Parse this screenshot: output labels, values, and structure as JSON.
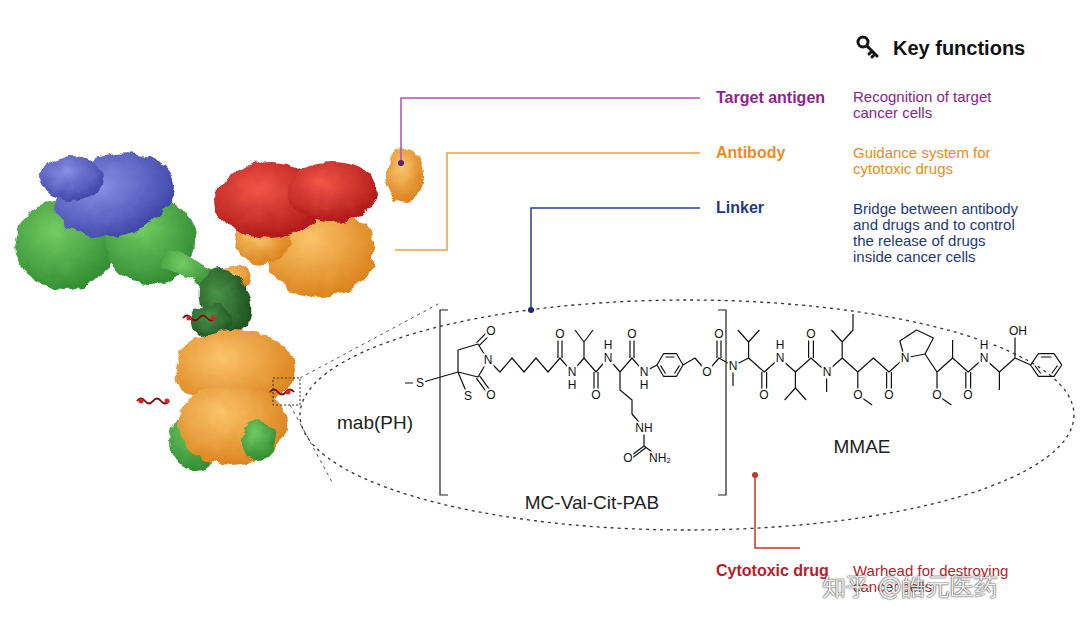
{
  "diagram": {
    "title": "Key functions",
    "nodes": [
      {
        "text": [
          "mab(PH)",
          "MC-Val-Cit-PAB",
          "MMAE"
        ]
      }
    ],
    "labels": [
      "Target antigen",
      "Recognition of target cancer cells",
      "Antibody",
      "Guidance system for cytotoxic drugs",
      "Linker",
      "Bridge between antibody and drugs and to control the release of drugs inside cancer cells",
      "S",
      "O",
      "N",
      "S",
      "O",
      "O",
      "N",
      "H",
      "O",
      "H",
      "N",
      "O",
      "N",
      "H",
      "NH",
      "O",
      "NH₂",
      "O",
      "O",
      "N",
      "O",
      "H",
      "N",
      "O",
      "N",
      "O",
      "O",
      "N",
      "O",
      "O",
      "H",
      "N",
      "OH",
      "Cytotoxic drug",
      "Warhead for destroying cancer cells",
      "知乎 @皓元医药"
    ]
  }
}
